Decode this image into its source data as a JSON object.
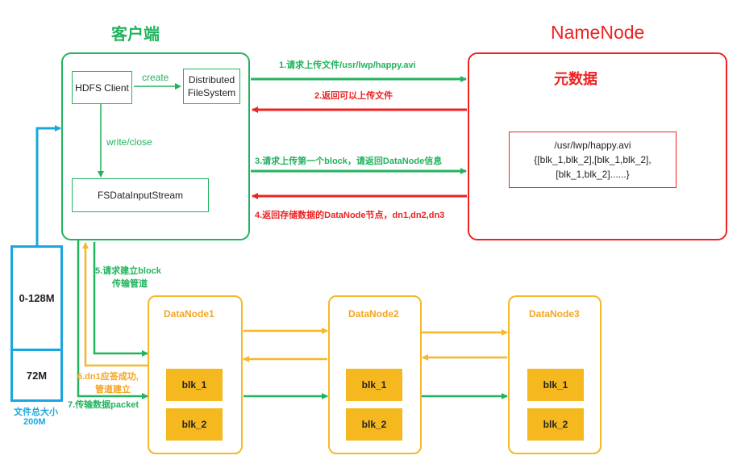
{
  "client": {
    "title": "客户端",
    "hdfs_client": "HDFS Client",
    "create_label": "create",
    "distributed_fs_line1": "Distributed",
    "distributed_fs_line2": "FileSystem",
    "write_close_label": "write/close",
    "fsdata_stream": "FSDataInputStream"
  },
  "namenode": {
    "title": "NameNode",
    "metadata_title": "元数据",
    "metadata_lines": [
      "/usr/lwp/happy.avi",
      "{[blk_1,blk_2],[blk_1,blk_2],",
      "[blk_1,blk_2]......}"
    ]
  },
  "steps": {
    "s1": "1.请求上传文件/usr/lwp/happy.avi",
    "s2": "2.返回可以上传文件",
    "s3": "3.请求上传第一个block，请返回DataNode信息",
    "s4": "4.返回存储数据的DataNode节点，dn1,dn2,dn3",
    "s5_line1": "5.请求建立block",
    "s5_line2": "传输管道",
    "s6_line1": "6.dn1应答成功,",
    "s6_line2": "管道建立",
    "s7": "7.传输数据packet"
  },
  "datanodes": [
    {
      "name": "DataNode1",
      "blocks": [
        "blk_1",
        "blk_2"
      ]
    },
    {
      "name": "DataNode2",
      "blocks": [
        "blk_1",
        "blk_2"
      ]
    },
    {
      "name": "DataNode3",
      "blocks": [
        "blk_1",
        "blk_2"
      ]
    }
  ],
  "file_split": {
    "part1": "0-128M",
    "part2": "72M",
    "total_line1": "文件总大小",
    "total_line2": "200M"
  },
  "colors": {
    "green": "#22b35e",
    "red": "#ee2222",
    "orange": "#f5b82a",
    "blue": "#1aa7e0"
  }
}
